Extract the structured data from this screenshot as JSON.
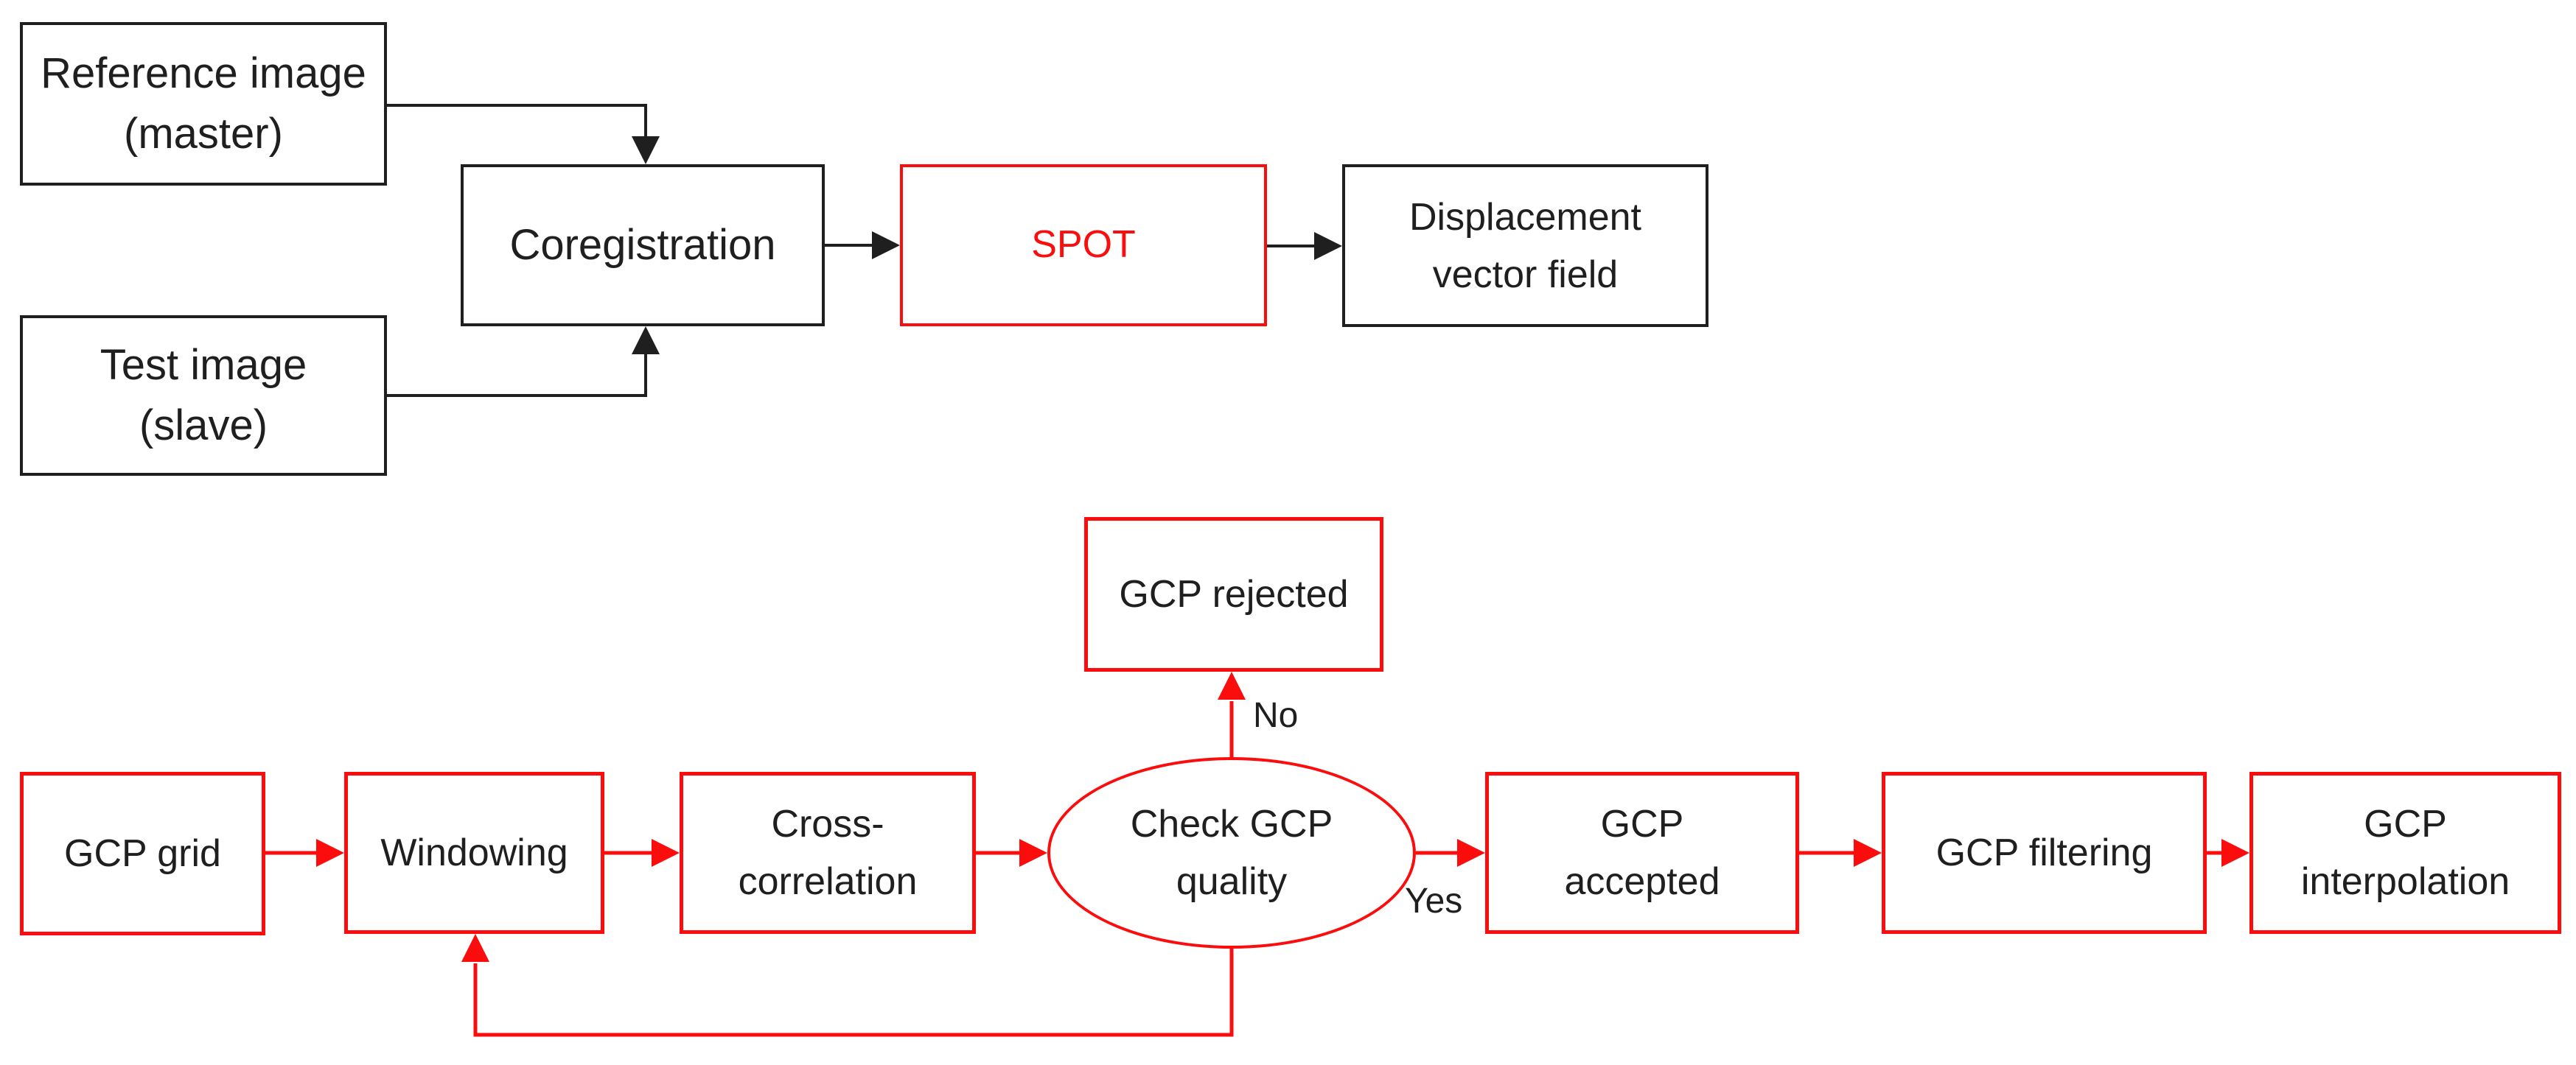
{
  "colors": {
    "ink": "#1f1f1f",
    "red": "#fb0d0d"
  },
  "top_flow": {
    "reference_image": {
      "line1": "Reference image",
      "line2": "(master)"
    },
    "test_image": {
      "line1": "Test image",
      "line2": "(slave)"
    },
    "coregistration": {
      "line1": "Coregistration"
    },
    "spot": {
      "line1": "SPOT"
    },
    "displacement": {
      "line1": "Displacement",
      "line2": "vector field"
    }
  },
  "gcp_flow": {
    "gcp_grid": {
      "line1": "GCP grid"
    },
    "windowing": {
      "line1": "Windowing"
    },
    "cross_correlation": {
      "line1": "Cross-",
      "line2": "correlation"
    },
    "check_gcp_quality": {
      "line1": "Check GCP",
      "line2": "quality"
    },
    "gcp_rejected": {
      "line1": "GCP rejected"
    },
    "gcp_accepted": {
      "line1": "GCP",
      "line2": "accepted"
    },
    "gcp_filtering": {
      "line1": "GCP filtering"
    },
    "gcp_interpolation": {
      "line1": "GCP",
      "line2": "interpolation"
    }
  },
  "edge_labels": {
    "yes": "Yes",
    "no": "No"
  }
}
